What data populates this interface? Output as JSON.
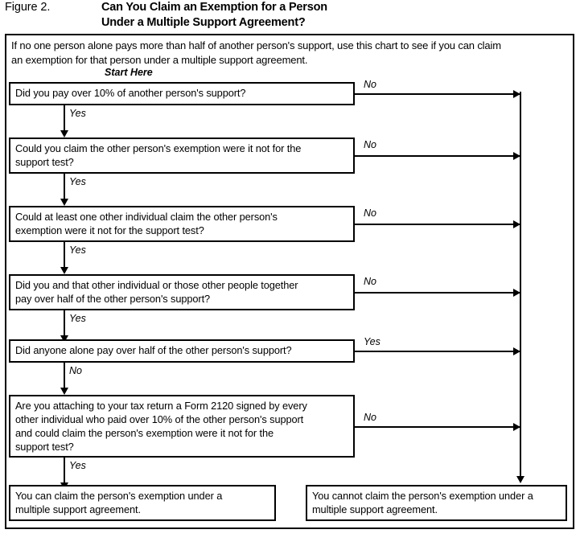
{
  "figure": {
    "label": "Figure 2.",
    "title_lines": [
      "Can You Claim an Exemption for a Person",
      "Under a Multiple Support Agreement?"
    ]
  },
  "intro_lines": [
    "If no one person alone pays more than half of another person's support, use this chart to see if you can claim",
    "an exemption for that person under a multiple support agreement."
  ],
  "start_here": "Start Here",
  "labels": {
    "yes": "Yes",
    "no": "No"
  },
  "nodes": [
    {
      "id": "q1",
      "lines": [
        "Did you pay over 10% of another person's support?"
      ],
      "down_label": "Yes",
      "side_label": "No"
    },
    {
      "id": "q2",
      "lines": [
        "Could you claim the other person's exemption were it not for the",
        "support test?"
      ],
      "down_label": "Yes",
      "side_label": "No"
    },
    {
      "id": "q3",
      "lines": [
        "Could at least one other individual claim the other person's",
        "exemption were it not for the support test?"
      ],
      "down_label": "Yes",
      "side_label": "No"
    },
    {
      "id": "q4",
      "lines": [
        "Did you and that other individual or those other people together",
        "pay over half of the other person's support?"
      ],
      "down_label": "Yes",
      "side_label": "No"
    },
    {
      "id": "q5",
      "lines": [
        "Did anyone alone pay over half of the other person's support?"
      ],
      "down_label": "No",
      "side_label": "Yes"
    },
    {
      "id": "q6",
      "lines": [
        "Are you attaching to your tax return a Form 2120 signed by every",
        "other individual who paid over 10% of the other person's support",
        "and could claim the person's exemption were it not for the",
        "support test?"
      ],
      "down_label": "Yes",
      "side_label": "No"
    }
  ],
  "outcomes": [
    {
      "id": "yes-outcome",
      "lines": [
        "You can claim the person's exemption under a",
        "multiple support agreement."
      ]
    },
    {
      "id": "no-outcome",
      "lines": [
        "You cannot claim the person's exemption under a",
        "multiple support agreement."
      ]
    }
  ],
  "colors": {
    "ink": "#000000",
    "paper": "#ffffff"
  }
}
